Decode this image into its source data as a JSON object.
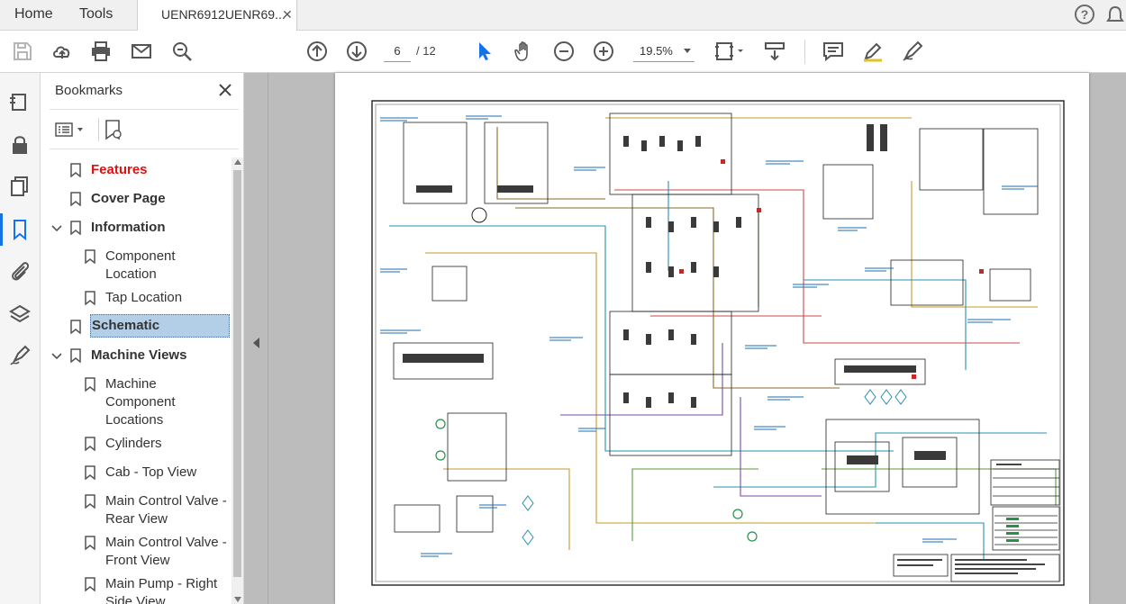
{
  "tabs": {
    "home": "Home",
    "tools": "Tools",
    "document_title": "UENR6912UENR69...",
    "close": "✕"
  },
  "toolbar": {
    "current_page": "6",
    "total_pages": "/ 12",
    "zoom": "19.5%"
  },
  "bookmarks": {
    "title": "Bookmarks",
    "items": [
      {
        "label": "Features"
      },
      {
        "label": "Cover Page"
      },
      {
        "label": "Information"
      },
      {
        "label": "Component\nLocation"
      },
      {
        "label": "Tap Location"
      },
      {
        "label": "Schematic"
      },
      {
        "label": "Machine Views"
      },
      {
        "label": "Machine\nComponent\nLocations"
      },
      {
        "label": "Cylinders"
      },
      {
        "label": "Cab - Top View"
      },
      {
        "label": "Main Control Valve -\nRear View"
      },
      {
        "label": "Main Control Valve -\nFront View"
      },
      {
        "label": "Main Pump - Right\nSide View"
      }
    ]
  },
  "colors": {
    "accent": "#1473e6",
    "selected_bg": "#b3cfe8",
    "feature_red": "#dd1111",
    "doc_bg": "#bcbcbc"
  },
  "icons": {
    "save": "save-icon",
    "upload": "cloud-upload-icon",
    "print": "print-icon",
    "email": "mail-icon",
    "search": "zoom-search-icon",
    "prev_page": "arrow-up-circle-icon",
    "next_page": "arrow-down-circle-icon",
    "select": "cursor-icon",
    "hand": "hand-icon",
    "zoom_out": "minus-circle-icon",
    "zoom_in": "plus-circle-icon",
    "page_fit": "page-fit-icon",
    "scroll_mode": "scroll-mode-icon",
    "comment": "comment-icon",
    "highlight": "highlight-pen-icon",
    "sign": "sign-pen-icon"
  }
}
